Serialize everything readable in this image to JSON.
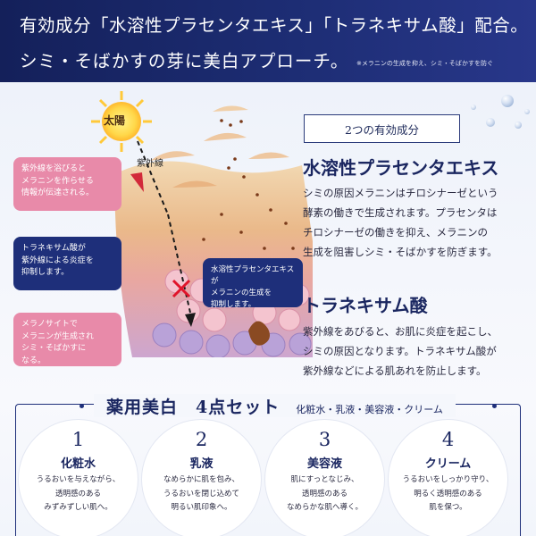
{
  "header": {
    "line1": "有効成分「水溶性プラセンタエキス」「トラネキサム酸」配合。",
    "line2": "シミ・そばかすの芽に美白アプローチ。",
    "note": "※メラニンの生成を抑え、シミ・そばかすを防ぐ"
  },
  "illustration": {
    "sun_label": "太陽",
    "uv_label": "紫外線",
    "callouts": [
      {
        "text_lines": [
          "紫外線を浴びると",
          "メラニンを作らせる",
          "情報が伝達される。"
        ],
        "color": "#e88aa9"
      },
      {
        "text_lines": [
          "トラネキサム酸が",
          "紫外線による炎症を",
          "抑制します。"
        ],
        "color": "#1e2f7a"
      },
      {
        "text_lines": [
          "メラノサイトで",
          "メラニンが生成され",
          "シミ・そばかすに",
          "なる。"
        ],
        "color": "#e88aa9"
      },
      {
        "text_lines": [
          "水溶性プラセンタエキスが",
          "メラニンの生成を",
          "抑制します。"
        ],
        "color": "#1e2f7a"
      }
    ]
  },
  "ingredients": {
    "tag": "2つの有効成分",
    "items": [
      {
        "name": "水溶性プラセンタエキス",
        "lines": [
          "シミの原因メラニンはチロシナーゼという",
          "酵素の働きで生成されます。プラセンタは",
          "チロシナーゼの働きを抑え、メラニンの",
          "生成を阻害しシミ・そばかすを防ぎます。"
        ]
      },
      {
        "name": "トラネキサム酸",
        "lines": [
          "紫外線をあびると、お肌に炎症を起こし、",
          "シミの原因となります。トラネキサム酸が",
          "紫外線などによる肌あれを防止します。"
        ]
      }
    ]
  },
  "set": {
    "title": "薬用美白　4点セット",
    "subtitle": "化粧水・乳液・美容液・クリーム",
    "items": [
      {
        "num": "1",
        "name": "化粧水",
        "lines": [
          "うるおいを与えながら、",
          "透明感のある",
          "みずみずしい肌へ。"
        ]
      },
      {
        "num": "2",
        "name": "乳液",
        "lines": [
          "なめらかに肌を包み、",
          "うるおいを閉じ込めて",
          "明るい肌印象へ。"
        ]
      },
      {
        "num": "3",
        "name": "美容液",
        "lines": [
          "肌にすっとなじみ、",
          "透明感のある",
          "なめらかな肌へ導く。"
        ]
      },
      {
        "num": "4",
        "name": "クリーム",
        "lines": [
          "うるおいをしっかり守り、",
          "明るく透明感のある",
          "肌を保つ。"
        ]
      }
    ]
  },
  "colors": {
    "navy": "#1e2f7a",
    "pink": "#e88aa9",
    "header_bg": "#14205a"
  }
}
